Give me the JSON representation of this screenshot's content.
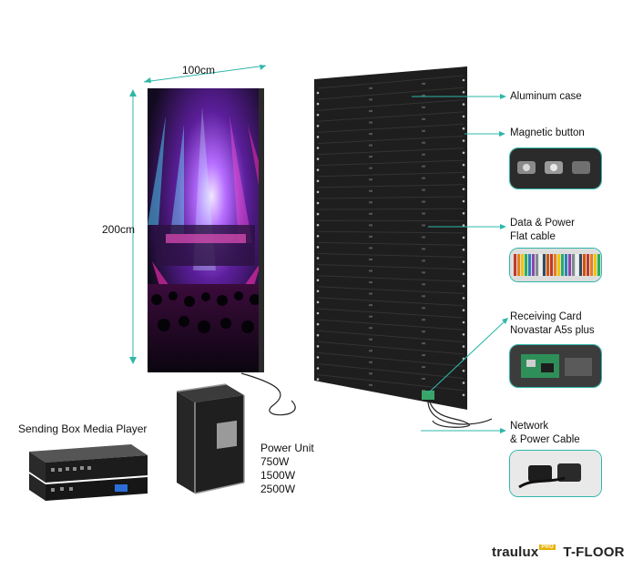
{
  "dimensions": {
    "width_label": "100cm",
    "height_label": "200cm"
  },
  "callouts": [
    {
      "label": "Aluminum case",
      "icon": "aluminum-case-icon"
    },
    {
      "label": "Magnetic button",
      "icon": "magnetic-button-thumb"
    },
    {
      "label": "Data & Power\nFlat cable",
      "icon": "flat-cable-thumb"
    },
    {
      "label": "Receiving Card\nNovastar A5s plus",
      "icon": "receiving-card-thumb"
    },
    {
      "label": "Network\n& Power Cable",
      "icon": "network-power-cable-thumb"
    }
  ],
  "sending_box": {
    "label": "Sending Box Media Player"
  },
  "power_unit": {
    "title": "Power Unit",
    "options": [
      "750W",
      "1500W",
      "2500W"
    ]
  },
  "brand": {
    "name": "traulux",
    "badge": "PRO",
    "product": "T-FLOOR"
  },
  "colors": {
    "accent": "#2fb7a9",
    "panel": "#1f1f1f"
  }
}
